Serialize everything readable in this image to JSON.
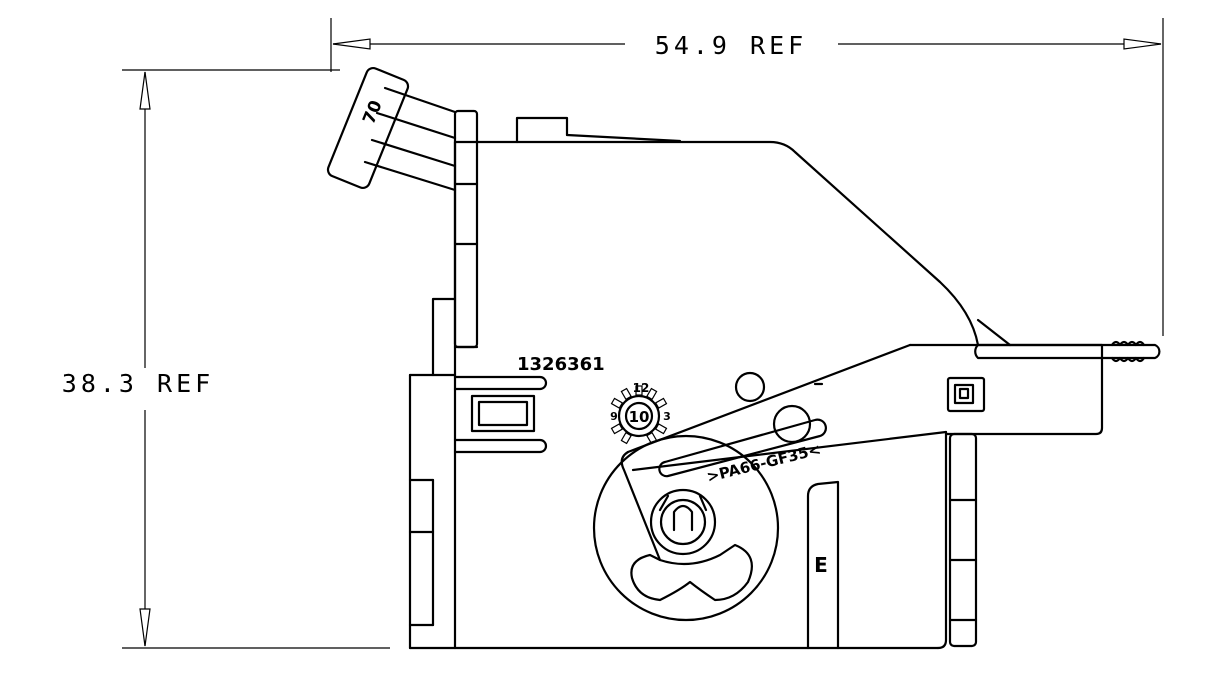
{
  "dimensions": {
    "width_label": "54.9 REF",
    "height_label": "38.3 REF"
  },
  "markings": {
    "part_number": "1326361",
    "material": ">PA66-GF35<",
    "letter": "E",
    "knob_number": "70",
    "date_wheel": {
      "center": "10",
      "top": "12",
      "left": "9",
      "right": "3"
    }
  }
}
